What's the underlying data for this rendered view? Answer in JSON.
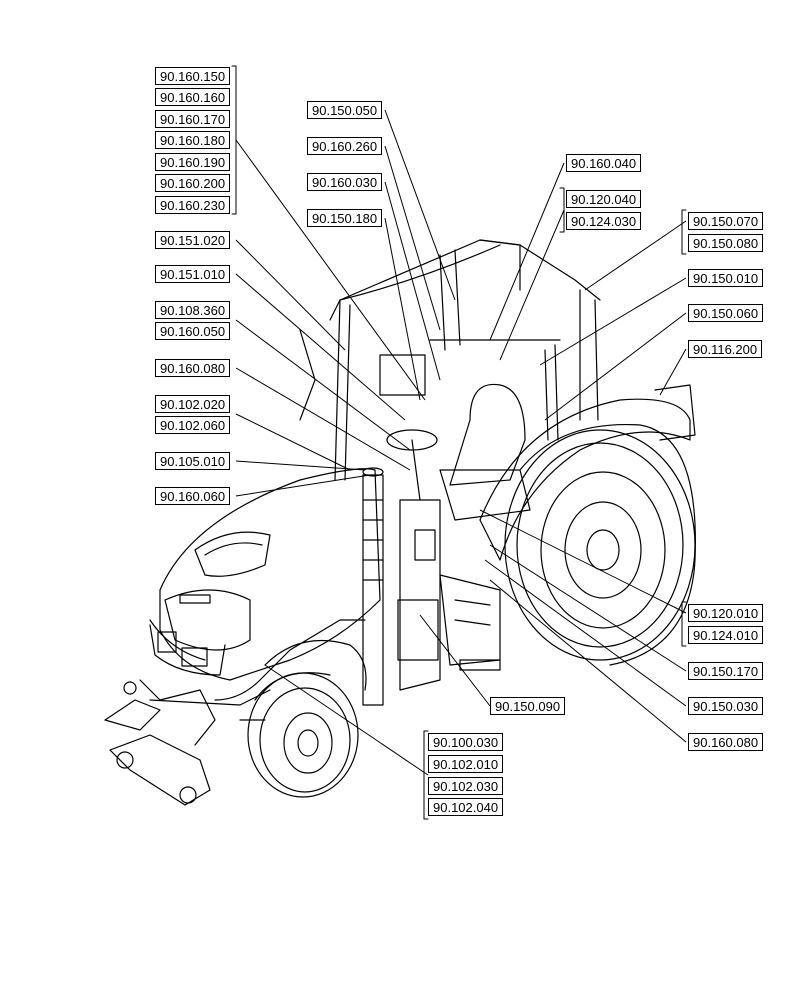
{
  "labels": {
    "l_150": "90.160.150",
    "l_160": "90.160.160",
    "l_170": "90.160.170",
    "l_180": "90.160.180",
    "l_190": "90.160.190",
    "l_200": "90.160.200",
    "l_230": "90.160.230",
    "l_151020": "90.151.020",
    "l_151010": "90.151.010",
    "l_108360": "90.108.360",
    "l_160050": "90.160.050",
    "l_160080a": "90.160.080",
    "l_102020": "90.102.020",
    "l_102060": "90.102.060",
    "l_105010": "90.105.010",
    "l_160060": "90.160.060",
    "l_150050": "90.150.050",
    "l_160260": "90.160.260",
    "l_160030": "90.160.030",
    "l_150180": "90.150.180",
    "l_160040": "90.160.040",
    "l_120040": "90.120.040",
    "l_124030": "90.124.030",
    "l_150070": "90.150.070",
    "l_150080": "90.150.080",
    "l_150010": "90.150.010",
    "l_150060": "90.150.060",
    "l_116200": "90.116.200",
    "l_120010": "90.120.010",
    "l_124010": "90.124.010",
    "l_150170": "90.150.170",
    "l_150030": "90.150.030",
    "l_160080b": "90.160.080",
    "l_150090": "90.150.090",
    "l_100030": "90.100.030",
    "l_102010": "90.102.010",
    "l_102030": "90.102.030",
    "l_102040": "90.102.040"
  }
}
